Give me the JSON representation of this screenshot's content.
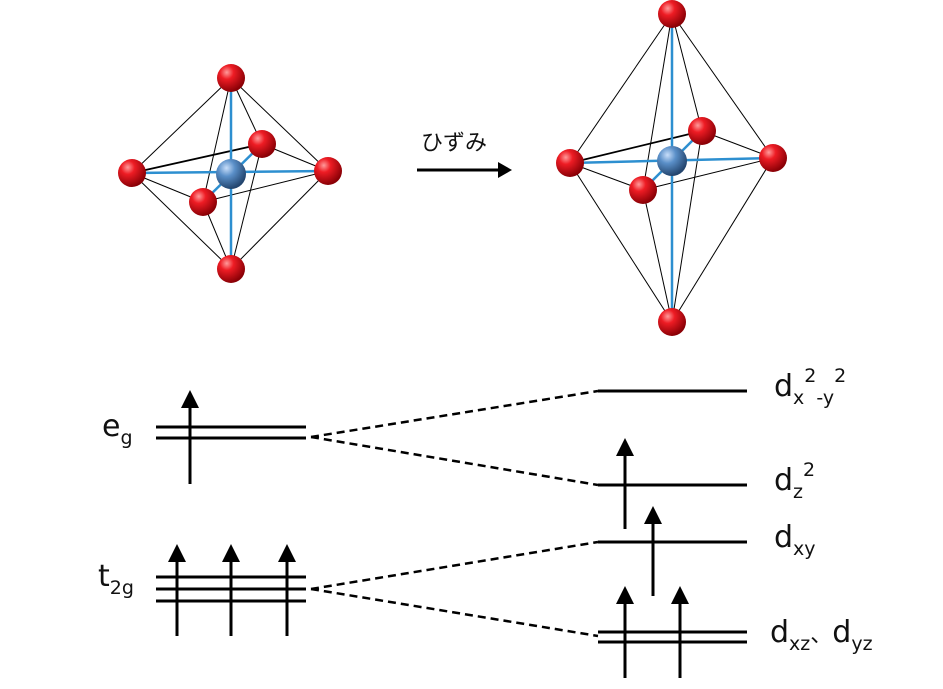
{
  "arrow_label": "ひずみ",
  "levels": {
    "eg": {
      "main": "e",
      "sub": "g"
    },
    "t2g": {
      "main": "t",
      "sub": "2g"
    },
    "dx2y2": {
      "main": "d",
      "sub1": "x",
      "sup1": "2",
      "sub2": "-y",
      "sup2": "2"
    },
    "dz2": {
      "main": "d",
      "sub": "z",
      "sup": "2"
    },
    "dxy": {
      "main": "d",
      "sub": "xy"
    },
    "dxz_dyz": {
      "main1": "d",
      "sub1": "xz",
      "separator": "、",
      "main2": "d",
      "sub2": "yz"
    }
  },
  "colors": {
    "oxygen": "#e8111b",
    "metal": "#4f86c0",
    "bond": "#2d8fd0",
    "edge": "#000000"
  }
}
